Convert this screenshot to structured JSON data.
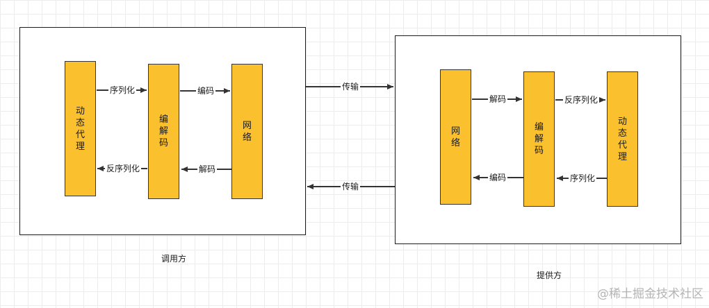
{
  "caller": {
    "caption": "调用方",
    "blocks": {
      "proxy": "动态代理",
      "codec": "编解码",
      "network": "网络"
    },
    "edges": {
      "serialize": "序列化",
      "encode": "编码",
      "decode": "解码",
      "deserialize": "反序列化"
    }
  },
  "provider": {
    "caption": "提供方",
    "blocks": {
      "network": "网络",
      "codec": "编解码",
      "proxy": "动态代理"
    },
    "edges": {
      "decode": "解码",
      "deserialize": "反序列化",
      "encode": "编码",
      "serialize": "序列化"
    }
  },
  "transport": {
    "request": "传输",
    "response": "传输"
  },
  "watermark": "@稀土掘金技术社区",
  "colors": {
    "block_fill": "#fbc02d",
    "line": "#333333"
  }
}
